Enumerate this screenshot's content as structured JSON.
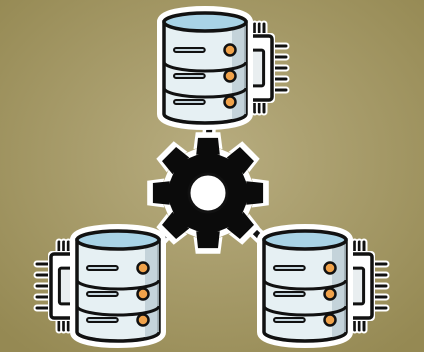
{
  "illustration": {
    "kind": "distributed-database-icon",
    "icons": [
      "database-server-icon",
      "gear-icon",
      "chip-icon"
    ],
    "nodes": [
      {
        "name": "database-node-top",
        "leds": 3,
        "chip_side": "right"
      },
      {
        "name": "database-node-bottom-left",
        "leds": 3,
        "chip_side": "left"
      },
      {
        "name": "database-node-bottom-right",
        "leds": 3,
        "chip_side": "right"
      }
    ]
  },
  "colors": {
    "background": "#b2a677",
    "background_vignette": "#958953",
    "outline": "#111111",
    "sticker_border": "#ffffff",
    "cylinder_body": "#e6f0f3",
    "cylinder_shade": "#bcccd3",
    "cylinder_top": "#a9d3e6",
    "drive_slot": "#c6d6de",
    "led_fill": "#f0a24a",
    "led_ring": "#ffffff",
    "chip_body": "#ffffff",
    "gear_fill": "#0b0b0b",
    "gear_hole": "#ffffff"
  }
}
